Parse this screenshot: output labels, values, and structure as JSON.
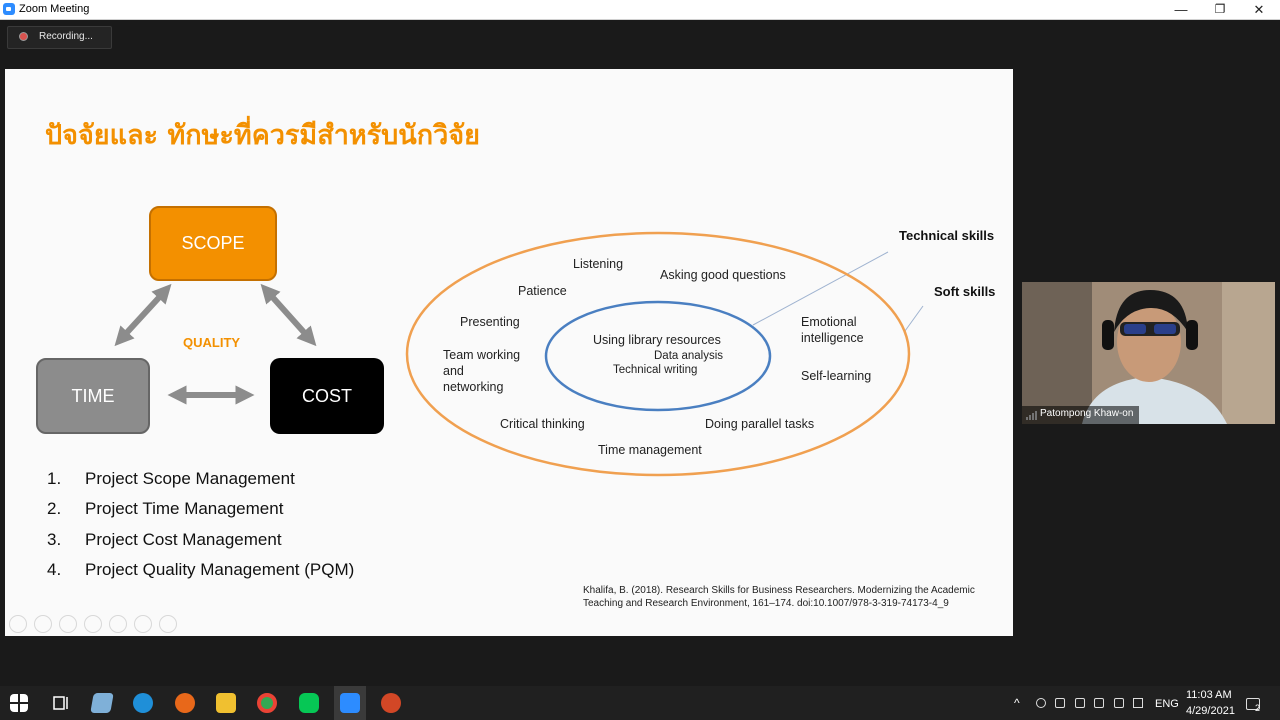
{
  "window": {
    "title": "Zoom Meeting",
    "minimize_glyph": "—",
    "restore_glyph": "❐",
    "close_glyph": "✕"
  },
  "recording": {
    "label": "Recording..."
  },
  "slide": {
    "title": "ปัจจัยและ ทักษะที่ควรมีสำหรับนักวิจัย",
    "pm": {
      "scope": "SCOPE",
      "time": "TIME",
      "cost": "COST",
      "quality": "QUALITY"
    },
    "list": [
      {
        "num": "1.",
        "text": "Project  Scope Management"
      },
      {
        "num": "2.",
        "text": "Project  Time Management"
      },
      {
        "num": "3.",
        "text": "Project  Cost Management"
      },
      {
        "num": "4.",
        "text": "Project Quality Management (PQM)"
      }
    ],
    "skills": {
      "technical_label": "Technical skills",
      "soft_label": "Soft skills",
      "inner": [
        "Using library resources",
        "Data analysis",
        "Technical writing"
      ],
      "outer": [
        "Listening",
        "Asking good questions",
        "Patience",
        "Presenting",
        "Team working\nand\nnetworking",
        "Emotional\nintelligence",
        "Self-learning",
        "Critical thinking",
        "Doing parallel tasks",
        "Time management"
      ]
    },
    "citation": "Khalifa, B. (2018). Research Skills for Business Researchers. Modernizing the Academic Teaching and Research Environment, 161–174. doi:10.1007/978-3-319-74173-4_9"
  },
  "video": {
    "participant_name": "Patompong Khaw-on"
  },
  "taskbar": {
    "language": "ENG",
    "time": "11:03 AM",
    "date": "4/29/2021",
    "notification_count": "2"
  },
  "colors": {
    "accent_orange": "#f39000",
    "ellipse_blue": "#4a7fc1",
    "zoom_blue": "#2d8cff"
  }
}
